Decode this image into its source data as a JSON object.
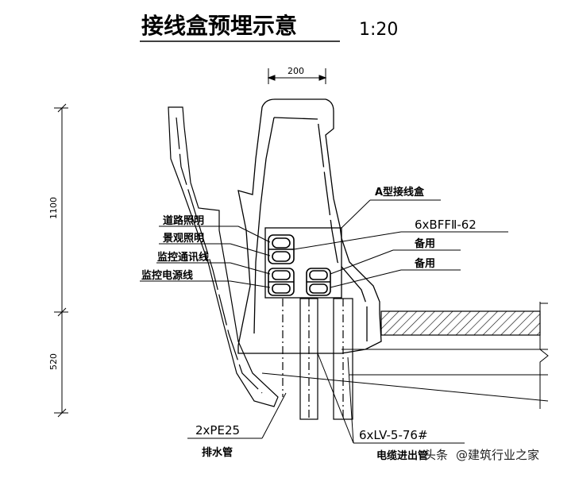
{
  "title": "接线盒预埋示意",
  "scale": "1:20",
  "dimensions": {
    "top_width": "200",
    "upper_height": "1100",
    "lower_height": "520"
  },
  "labels": {
    "junction_box": "A型接线盒",
    "road_lighting": "道路照明",
    "landscape_lighting": "景观照明",
    "monitoring_comm": "监控通讯线",
    "monitoring_power": "监控电源线",
    "conduit_spec": "6xBFFⅡ-62",
    "spare_1": "备用",
    "spare_2": "备用",
    "drain_spec": "2xPE25",
    "drain_pipe": "排水管",
    "cable_spec": "6xLV-5-76#",
    "cable_inlet": "电缆进出管"
  },
  "watermark": {
    "prefix": "头条",
    "text": "@建筑行业之家"
  }
}
